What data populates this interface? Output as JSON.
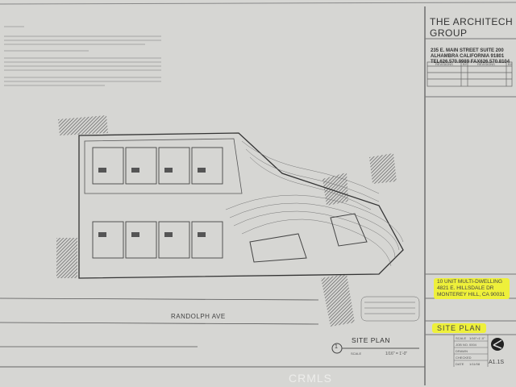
{
  "title_block": {
    "firm": "THE ARCHITECH GROUP",
    "address_lines": [
      "235 E. MAIN STREET SUITE 200",
      "ALHAMBRA CALIFORNIA 91801",
      "TEL626.570.9989 FAX626.570.8104"
    ],
    "revision_headers": [
      "REVISIONS",
      "BY",
      "REVISIONS",
      "BY"
    ],
    "project_lines": [
      "10 UNIT MULTI-DWELLING",
      "4821 E. HILLSDALE DR",
      "MONTEREY HILL, CA 90031"
    ],
    "sheet_title": "SITE PLAN",
    "scale_label": "SCALE",
    "scale_value": "1/16\"=1'-0\"",
    "job_label": "JOB NO.",
    "job_value": "0004",
    "drawn_label": "DRAWN",
    "checked_label": "CHECKED",
    "date_label": "DATE",
    "date_value": "1/11/08",
    "sheet_number": "A1.1S",
    "highlight_color": "#eef03a"
  },
  "drawing": {
    "street": "RANDOLPH AVE",
    "view_number": "1",
    "view_title": "SITE PLAN",
    "view_scale_label": "SCALE",
    "view_scale": "1/16\" = 1'-0\""
  },
  "watermark": "CRMLS"
}
